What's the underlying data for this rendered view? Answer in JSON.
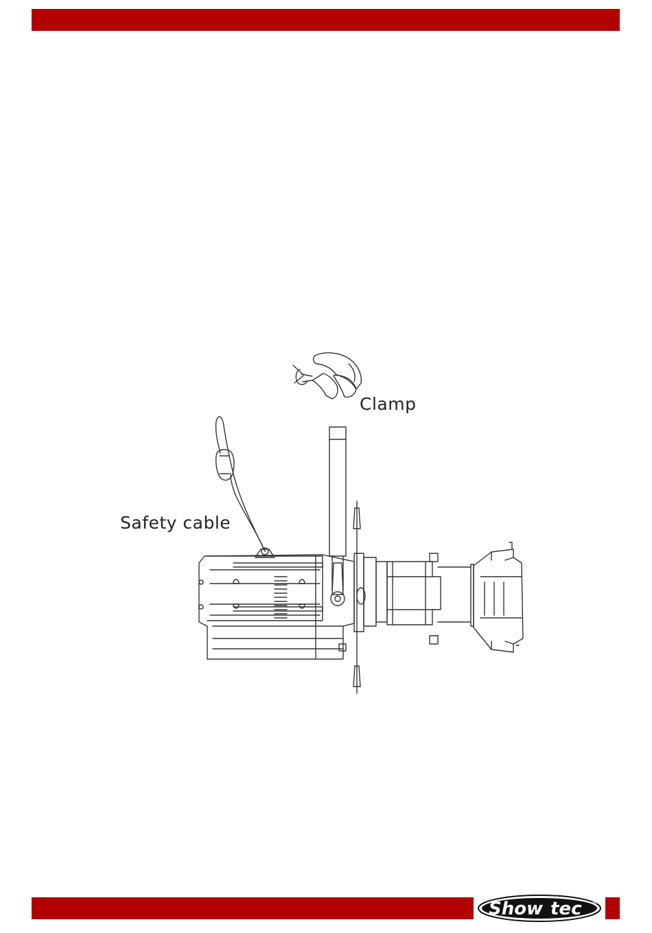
{
  "header": {
    "bar_color": "#b30000"
  },
  "figure": {
    "clamp_label": "Clamp",
    "safety_cable_label": "Safety cable"
  },
  "footer": {
    "bar_color": "#b30000",
    "brand": "Show tec",
    "brand_left": "Show",
    "brand_right": "tec",
    "registered_mark": "®"
  }
}
